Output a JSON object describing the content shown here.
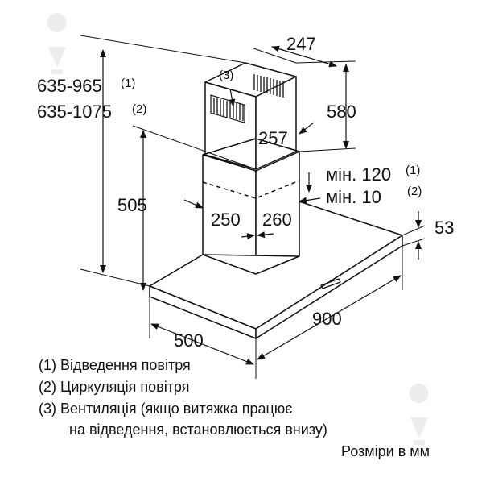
{
  "dimensions": {
    "total_height_range_1": "635-965",
    "total_height_range_2": "635-1075",
    "note_ref_1": "(1)",
    "note_ref_2": "(2)",
    "note_ref_3": "(3)",
    "chimney_depth_top": "247",
    "upper_chimney_height": "580",
    "upper_chimney_depth": "257",
    "lower_chimney_height": "505",
    "chimney_width": "250",
    "chimney_depth": "260",
    "min_gap_extraction": "мін. 120",
    "min_gap_circulation": "мін. 10",
    "canopy_height": "53",
    "canopy_width": "900",
    "canopy_depth": "500"
  },
  "legend": {
    "item1": "(1)  Відведення повітря",
    "item2": "(2)  Циркуляція повітря",
    "item3_line1": "(3)  Вентиляція (якщо витяжка працює",
    "item3_line2": "на відведення, встановлюється внизу)",
    "units": "Розміри в мм"
  },
  "colors": {
    "line": "#111111",
    "watermark": "#9a9a9a"
  }
}
